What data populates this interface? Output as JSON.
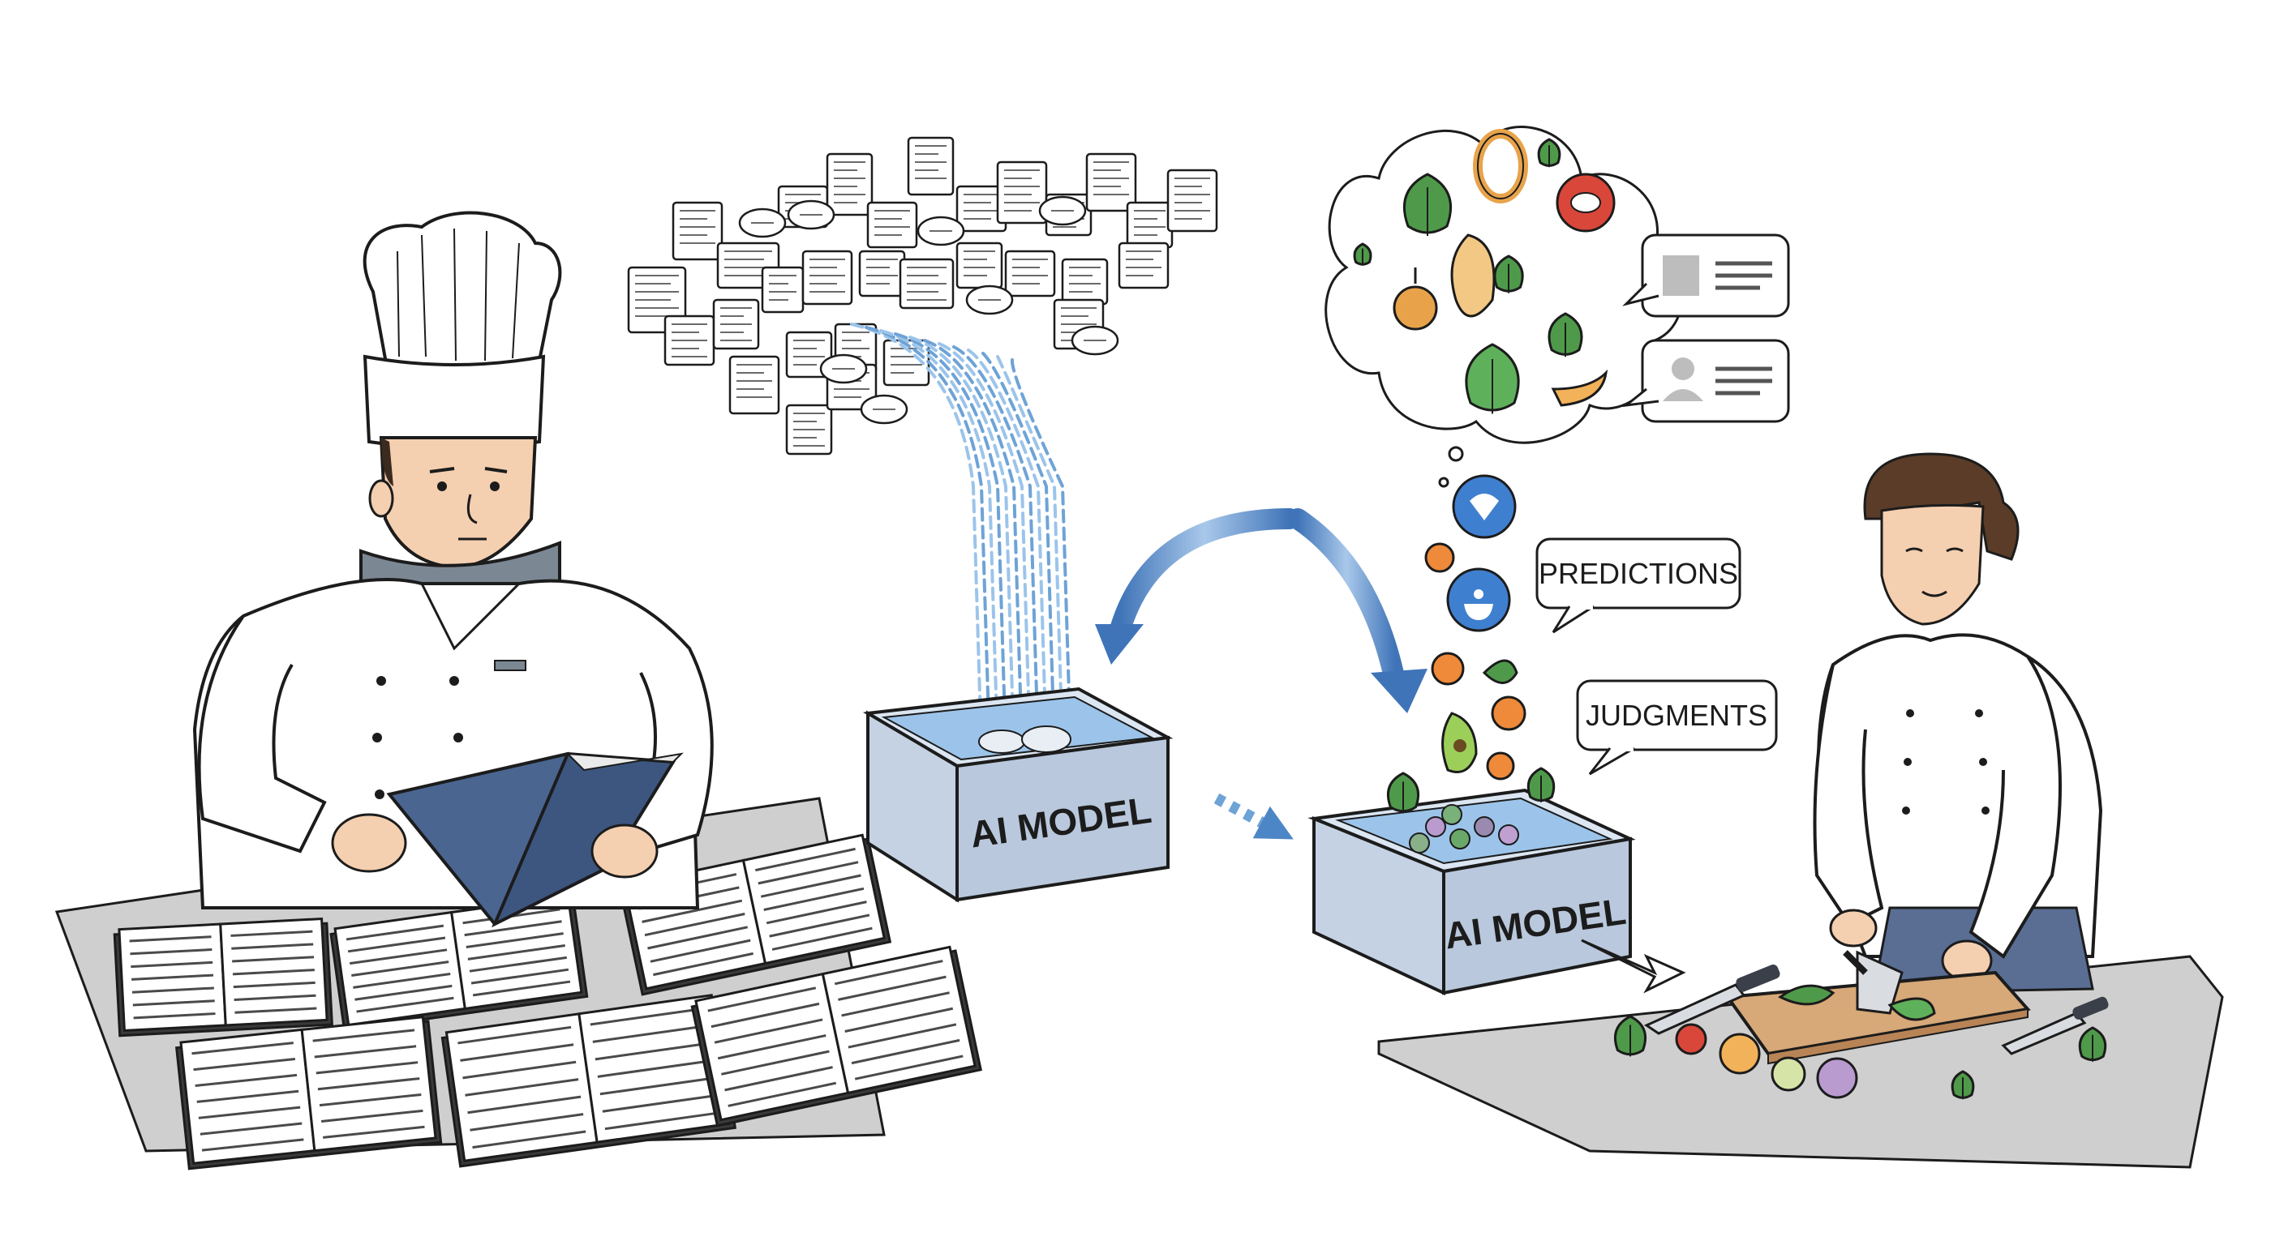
{
  "labels": {
    "model_left": "AI MODEL",
    "model_right": "AI MODEL",
    "predictions": "PREDICTIONS",
    "judgments": "JUDGMENTS"
  },
  "colors": {
    "ink": "#1c1c1c",
    "arrow_blue": "#4d86c6",
    "data_stream": "#6ea3d6",
    "box_side": "#b9c8dc",
    "box_top": "#dbe6f2",
    "liquid": "#9cc4ea",
    "table_gray": "#cfcfcf",
    "book_cover": "#4a6590",
    "apron_blue": "#5a6e94",
    "skin": "#f4cfb0",
    "hair_brown": "#5a3c28",
    "leaf_green": "#4f9a4a",
    "tomato_red": "#d9473a",
    "orange": "#ee8a3a",
    "badge_blue": "#3f7fd0",
    "cutting_board": "#d7a878"
  },
  "icons": {
    "left_scene": [
      "chef-hat-icon",
      "open-book-icon",
      "document-icon"
    ],
    "right_scene": [
      "leaf-icon",
      "tomato-icon",
      "onion-icon",
      "knife-icon",
      "heart-badge-icon",
      "bowl-badge-icon",
      "user-card-icon"
    ]
  }
}
